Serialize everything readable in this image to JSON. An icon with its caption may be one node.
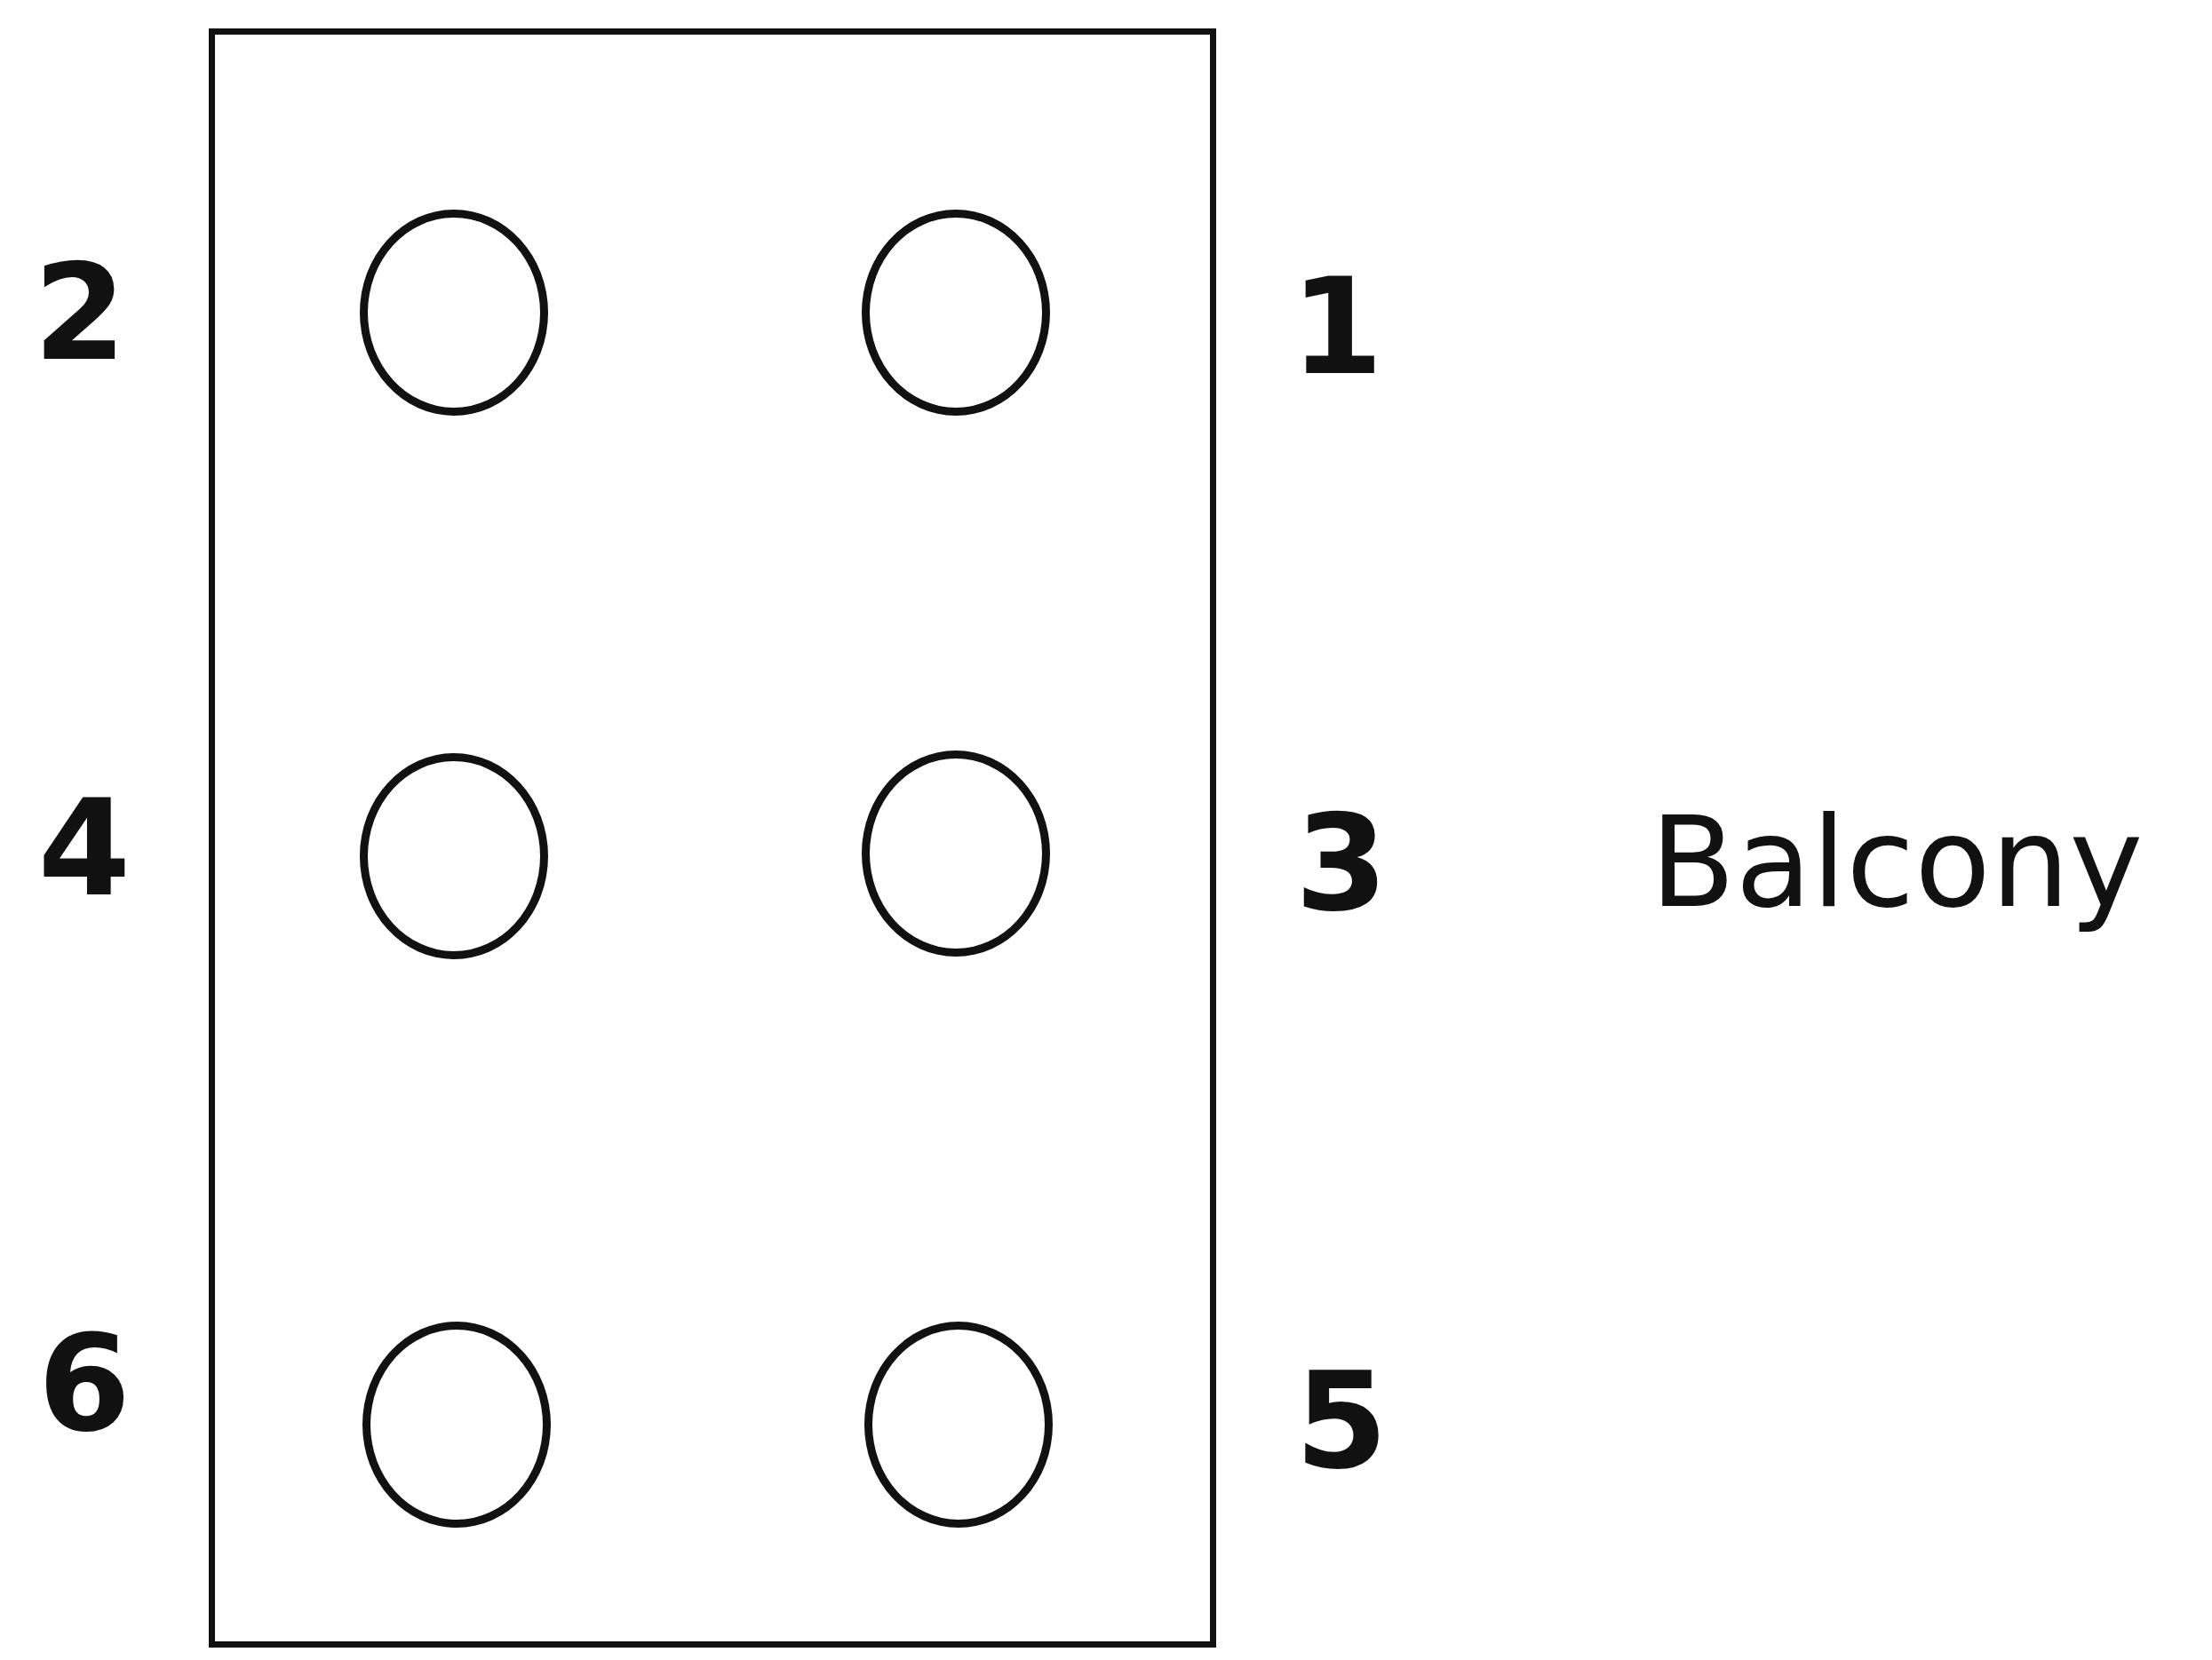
{
  "diagram": {
    "nodes": [
      {
        "text": [],
        "shape": "box"
      },
      {
        "text": [],
        "shape": "circle",
        "in": 0
      },
      {
        "text": [],
        "shape": "circle",
        "in": 0
      },
      {
        "text": [],
        "shape": "circle",
        "in": 0
      },
      {
        "text": [],
        "shape": "circle",
        "in": 0
      },
      {
        "text": [],
        "shape": "circle",
        "in": 0
      },
      {
        "text": [],
        "shape": "circle",
        "in": 0
      }
    ],
    "edges": [],
    "labels": [
      "2",
      "1",
      "4",
      "3",
      "Balcony",
      "6",
      "5"
    ]
  }
}
